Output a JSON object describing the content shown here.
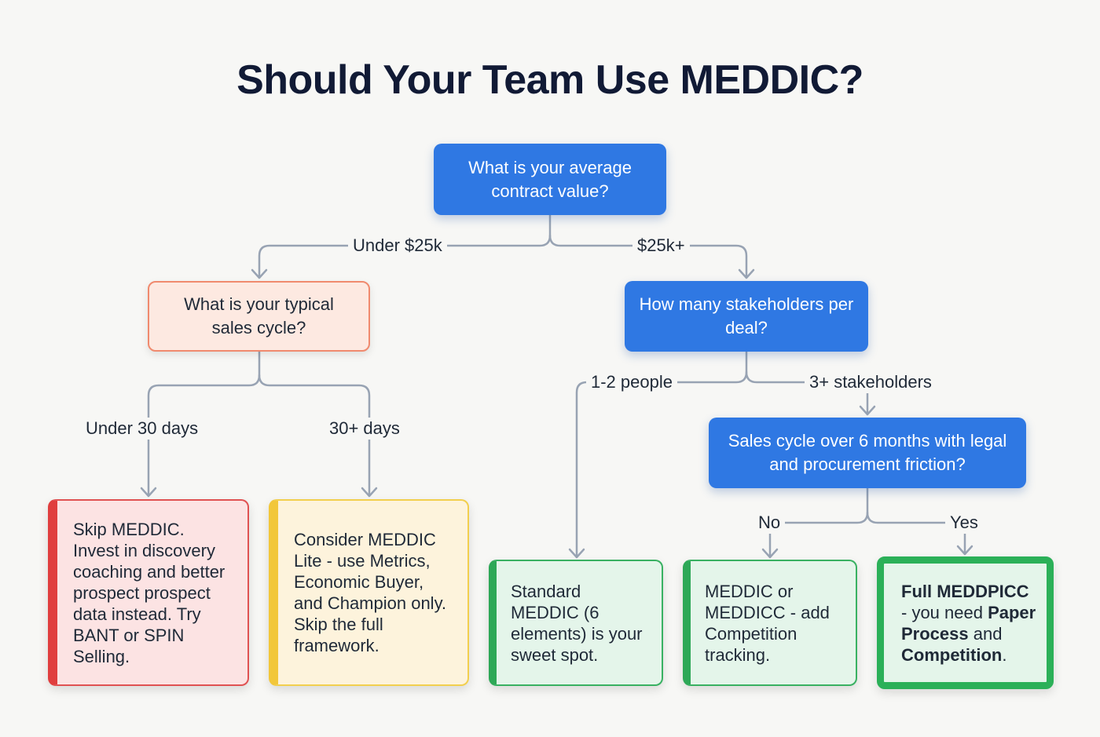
{
  "title": "Should Your Team Use MEDDIC?",
  "nodes": {
    "q_contract": "What is your average contract value?",
    "q_sales_cycle": "What is your typical sales cycle?",
    "q_stakeholders": "How many stakeholders per deal?",
    "q_long_cycle": "Sales cycle over 6 months with legal and procurement friction?"
  },
  "edges": {
    "under_25k": "Under $25k",
    "over_25k": "$25k+",
    "under_30_days": "Under 30 days",
    "over_30_days": "30+ days",
    "one_two_people": "1-2 people",
    "three_plus": "3+ stakeholders",
    "no": "No",
    "yes": "Yes"
  },
  "outcomes": {
    "skip": "Skip MEDDIC.\nInvest in discovery coaching and better prospect prospect data instead. Try BANT or SPIN Selling.",
    "lite": "Consider MEDDIC Lite - use Metrics, Economic Buyer, and Champion only.\nSkip the full framework.",
    "standard": "Standard MEDDIC (6 elements) is your sweet spot.",
    "meddicc": "MEDDIC or MEDDICC - add Competition tracking.",
    "full": {
      "part1": "Full MEDDPICC",
      "part2": " - you need ",
      "part3": "Paper Process",
      "part4": " and ",
      "part5": "Competition",
      "part6": "."
    }
  },
  "colors": {
    "question_blue": "#2f78e3",
    "question_peach_border": "#f08a6e",
    "outcome_red": "#e03e3e",
    "outcome_yellow": "#f2c73a",
    "outcome_green": "#2ea857",
    "connector": "#98a3b3"
  }
}
